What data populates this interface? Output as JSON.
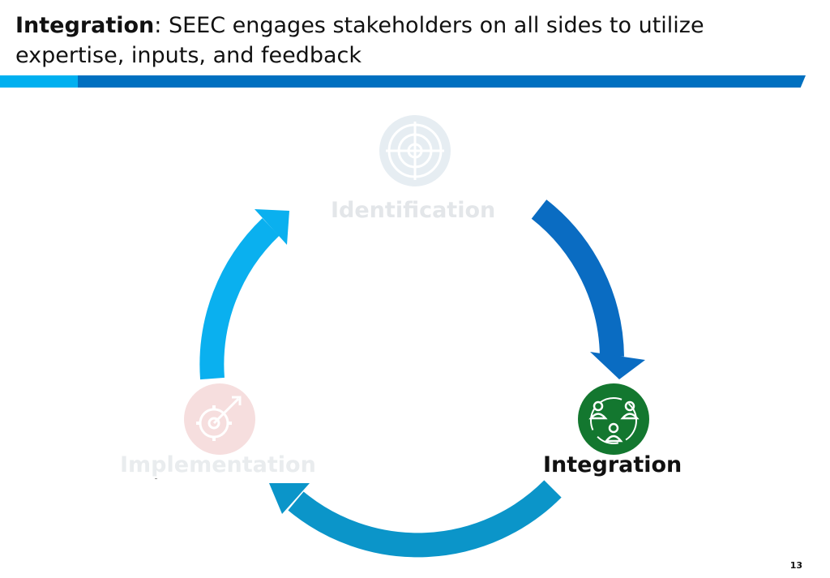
{
  "slide": {
    "title_bold": "Integration",
    "title_rest": ": SEEC engages stakeholders on all sides to utilize expertise, inputs, and feedback",
    "page_number": "13"
  },
  "cycle": {
    "stages": [
      {
        "label": "Identification",
        "icon": "target-icon",
        "state": "faded"
      },
      {
        "label": "Integration",
        "icon": "stakeholders-group-icon",
        "state": "active"
      },
      {
        "label": "Implementation",
        "icon": "gear-target-icon",
        "state": "faded"
      }
    ]
  },
  "colors": {
    "bar_light": "#00b0f0",
    "bar_dark": "#0070c0",
    "arrow_top_right": "#0a6cc2",
    "arrow_bottom": "#0b95c9",
    "arrow_left": "#0ab0ef",
    "integration_icon_fill": "#13772f",
    "faded_target": "#e6edf2",
    "faded_gear": "#f6dede"
  }
}
